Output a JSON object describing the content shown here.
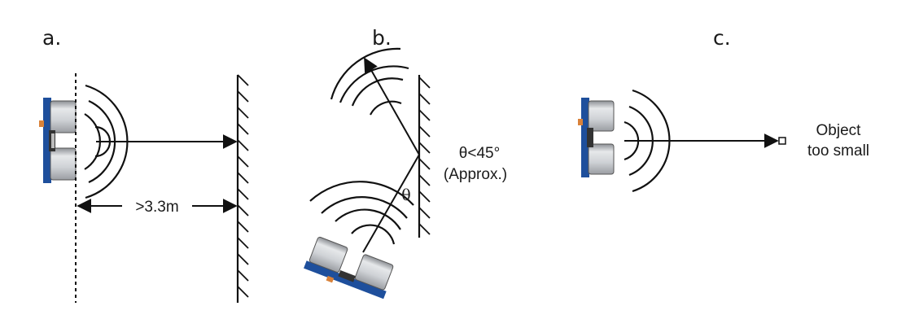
{
  "panels": [
    {
      "label": "a.",
      "dimension_text": ">3.3m"
    },
    {
      "label": "b.",
      "angle_symbol": "θ",
      "angle_text": "θ<45°",
      "approx_text": "(Approx.)"
    },
    {
      "label": "c.",
      "object_text_line1": "Object",
      "object_text_line2": "too small"
    }
  ],
  "colors": {
    "line": "#111111",
    "pcb": "#1e4f9c",
    "transducer": "#c9ccd0",
    "connector": "#d9823a"
  }
}
